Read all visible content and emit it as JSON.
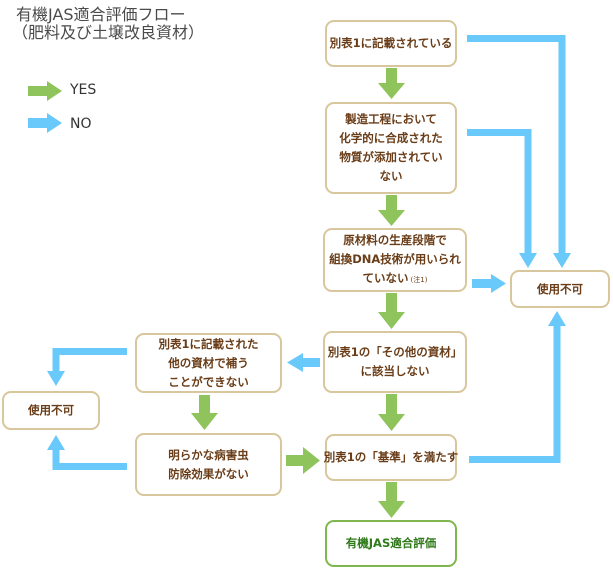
{
  "title": {
    "line1": "有機JAS適合評価フロー",
    "line2": "（肥料及び土壌改良資材）"
  },
  "legend": {
    "yes": {
      "label": "YES",
      "color": "#8fc45c",
      "icon": "green-right-arrow"
    },
    "no": {
      "label": "NO",
      "color": "#6ac9fb",
      "icon": "blue-right-arrow"
    }
  },
  "boxes": {
    "listed_in_table1": {
      "lines": [
        "別表1に記載されている"
      ]
    },
    "no_chemical_synthesis": {
      "lines": [
        "製造工程において",
        "化学的に合成された",
        "物質が添加されてい",
        "ない"
      ]
    },
    "no_recombinant_dna": {
      "lines": [
        "原材料の生産段階で",
        "組換DNA技術が用いられ",
        "ていない"
      ],
      "note": "(注1)"
    },
    "not_other_material": {
      "lines": [
        "別表1の「その他の資材」",
        "に該当しない"
      ]
    },
    "meets_standard": {
      "lines": [
        "別表1の「基準」を満たす"
      ]
    },
    "final_result": {
      "lines": [
        "有機JAS適合評価"
      ]
    },
    "cannot_substitute": {
      "lines": [
        "別表1に記載された",
        "他の資材で補う",
        "ことができない"
      ]
    },
    "no_pest_effect": {
      "lines": [
        "明らかな病害虫",
        "防除効果がない"
      ]
    },
    "reject_right": {
      "lines": [
        "使用不可"
      ]
    },
    "reject_left": {
      "lines": [
        "使用不可"
      ]
    }
  },
  "connections": [
    {
      "from": "listed_in_table1",
      "to": "no_chemical_synthesis",
      "type": "YES"
    },
    {
      "from": "listed_in_table1",
      "to": "reject_right",
      "type": "NO"
    },
    {
      "from": "no_chemical_synthesis",
      "to": "no_recombinant_dna",
      "type": "YES"
    },
    {
      "from": "no_chemical_synthesis",
      "to": "reject_right",
      "type": "NO"
    },
    {
      "from": "no_recombinant_dna",
      "to": "not_other_material",
      "type": "YES"
    },
    {
      "from": "no_recombinant_dna",
      "to": "reject_right",
      "type": "NO"
    },
    {
      "from": "not_other_material",
      "to": "meets_standard",
      "type": "YES"
    },
    {
      "from": "not_other_material",
      "to": "cannot_substitute",
      "type": "NO"
    },
    {
      "from": "cannot_substitute",
      "to": "no_pest_effect",
      "type": "YES"
    },
    {
      "from": "cannot_substitute",
      "to": "reject_left",
      "type": "NO"
    },
    {
      "from": "no_pest_effect",
      "to": "meets_standard",
      "type": "YES"
    },
    {
      "from": "no_pest_effect",
      "to": "reject_left",
      "type": "NO"
    },
    {
      "from": "meets_standard",
      "to": "final_result",
      "type": "YES"
    },
    {
      "from": "meets_standard",
      "to": "reject_right",
      "type": "NO"
    }
  ]
}
